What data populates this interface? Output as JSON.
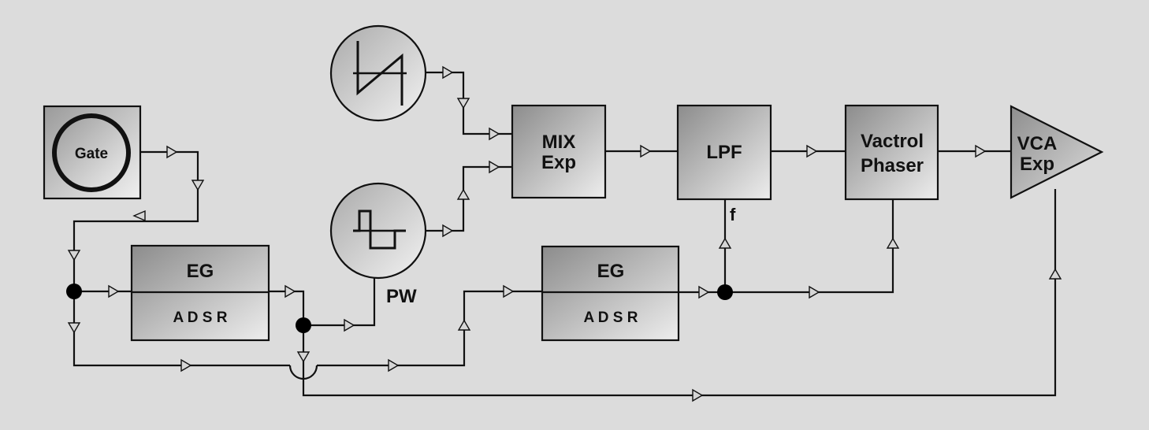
{
  "diagram": {
    "blocks": {
      "gate": "Gate",
      "eg1": {
        "title": "EG",
        "sub": "A D S R"
      },
      "eg2": {
        "title": "EG",
        "sub": "A D S R"
      },
      "mix": {
        "line1": "MIX",
        "line2": "Exp"
      },
      "lpf": "LPF",
      "phaser": {
        "line1": "Vactrol",
        "line2": "Phaser"
      },
      "vca": {
        "line1": "VCA",
        "line2": "Exp"
      }
    },
    "labels": {
      "pw": "PW",
      "f": "f"
    },
    "oscillators": [
      {
        "waveform": "sawtooth"
      },
      {
        "waveform": "square"
      }
    ]
  }
}
